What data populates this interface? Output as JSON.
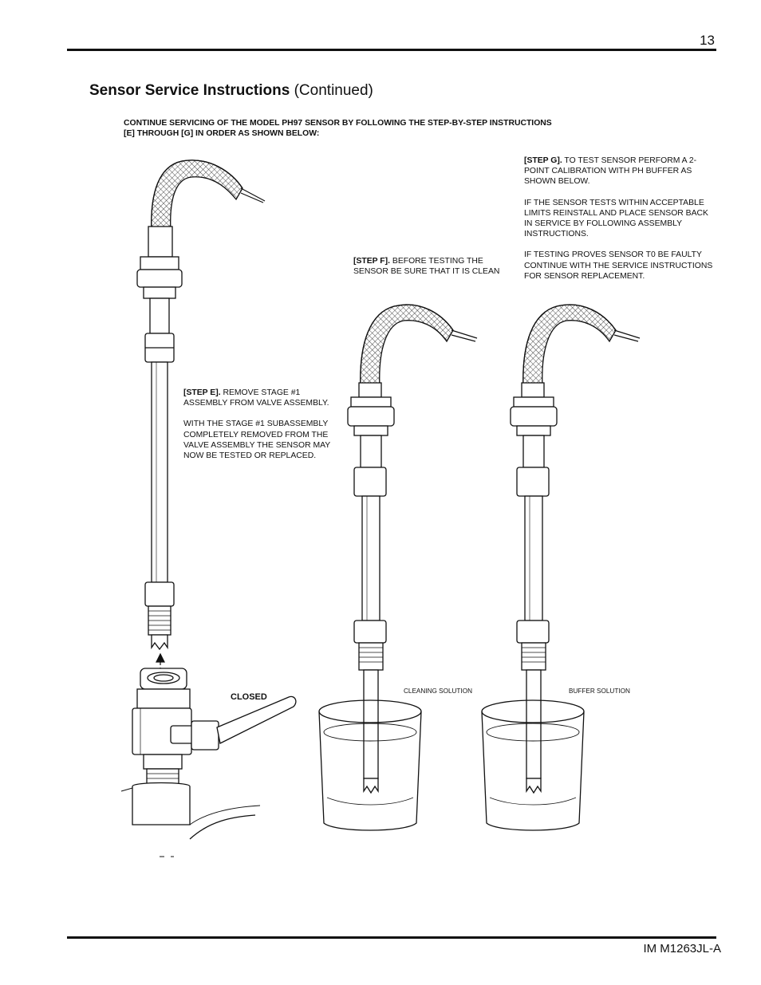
{
  "page": {
    "number": "13",
    "title_bold": "Sensor Service Instructions",
    "title_rest": " (Continued)",
    "intro_line1": "CONTINUE SERVICING OF THE MODEL PH97 SENSOR BY FOLLOWING THE STEP-BY-STEP INSTRUCTIONS",
    "intro_line2": "[E] THROUGH [G] IN ORDER AS SHOWN BELOW:",
    "doc_id": "IM M1263JL-A"
  },
  "step_e": {
    "tag": "[STEP E].",
    "text1": " REMOVE STAGE #1 ASSEMBLY FROM VALVE ASSEMBLY.",
    "text2": "WITH THE STAGE #1 SUBASSEMBLY COMPLETELY REMOVED FROM THE VALVE ASSEMBLY THE SENSOR MAY NOW BE TESTED OR REPLACED."
  },
  "step_f": {
    "tag": "[STEP F].",
    "text1": " BEFORE TESTING THE SENSOR BE SURE THAT IT IS CLEAN"
  },
  "step_g": {
    "tag": "[STEP G].",
    "text1": " TO TEST SENSOR PERFORM A 2-POINT CALIBRATION WITH PH BUFFER AS SHOWN BELOW.",
    "text2": "IF THE SENSOR TESTS WITHIN ACCEPTABLE LIMITS REINSTALL AND PLACE SENSOR BACK IN SERVICE BY FOLLOWING ASSEMBLY INSTRUCTIONS.",
    "text3": "IF TESTING PROVES SENSOR T0 BE FAULTY CONTINUE WITH THE SERVICE INSTRUCTIONS FOR SENSOR REPLACEMENT."
  },
  "labels": {
    "closed": "CLOSED",
    "cleaning_solution": "CLEANING SOLUTION",
    "buffer_solution": "BUFFER SOLUTION"
  }
}
